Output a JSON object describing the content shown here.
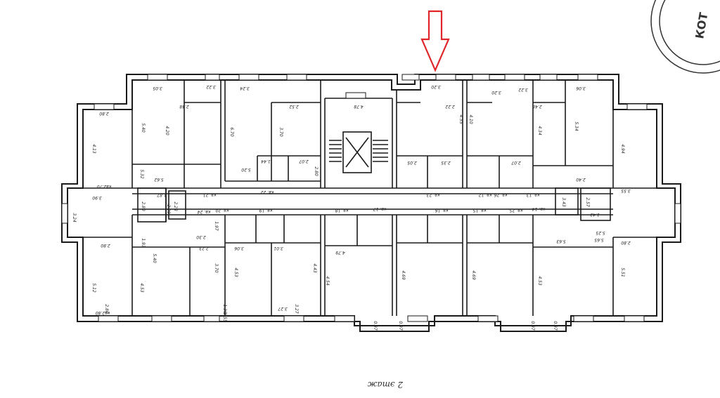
{
  "plan": {
    "floor_label": "2 этаж",
    "stamp_text": "КОТ",
    "arrow_color": "#e0262b"
  },
  "dims": {
    "top_row": [
      "3.05",
      "3.24",
      "3.22",
      "4.78",
      "3.20",
      "3.20",
      "3.22",
      "3.06",
      "2.80",
      "2.48",
      "2.52",
      "2.22",
      "2.48"
    ],
    "labels": [
      "5.40",
      "4.20",
      "6.70",
      "3.70",
      "4.13",
      "4.55",
      "4.10",
      "4.34",
      "5.34",
      "4.94",
      "5.32",
      "5.62",
      "5.20",
      "1.44",
      "2.07",
      "2.80",
      "2.28",
      "2.07",
      "2.35",
      "2.05",
      "2.40",
      "3.90",
      "3.24",
      "2.80",
      "2.28",
      "1.87",
      "5.40",
      "1.93",
      "2.30",
      "2.23",
      "3.06",
      "3.01",
      "3.70",
      "4.53",
      "5.12",
      "4.53",
      "4.79",
      "4.69",
      "4.69",
      "4.53",
      "5.51",
      "5.63",
      "5.65",
      "2.80",
      "3.55",
      "1.97",
      "3.27",
      "4.43",
      "4.54",
      "2.80",
      "5.25",
      "1.43",
      "2.57",
      "3.43"
    ],
    "corridor": [
      "кв. 22",
      "кв. 21",
      "кв. 20",
      "кв. 19",
      "кв. 18",
      "кв. 17",
      "кв. 16",
      "кв. 15",
      "кв. 14",
      "кв. 13",
      "кв. 12",
      "кв. 23",
      "кв. 24",
      "кв. 25",
      "кв. 26"
    ],
    "bottom_row": [
      "3.27",
      "0.97",
      "0.97",
      "0.97",
      "0.97",
      "1.30",
      "1.55",
      "2.80"
    ],
    "kv_labels": [
      "кв2.70",
      "кв2.80"
    ]
  }
}
